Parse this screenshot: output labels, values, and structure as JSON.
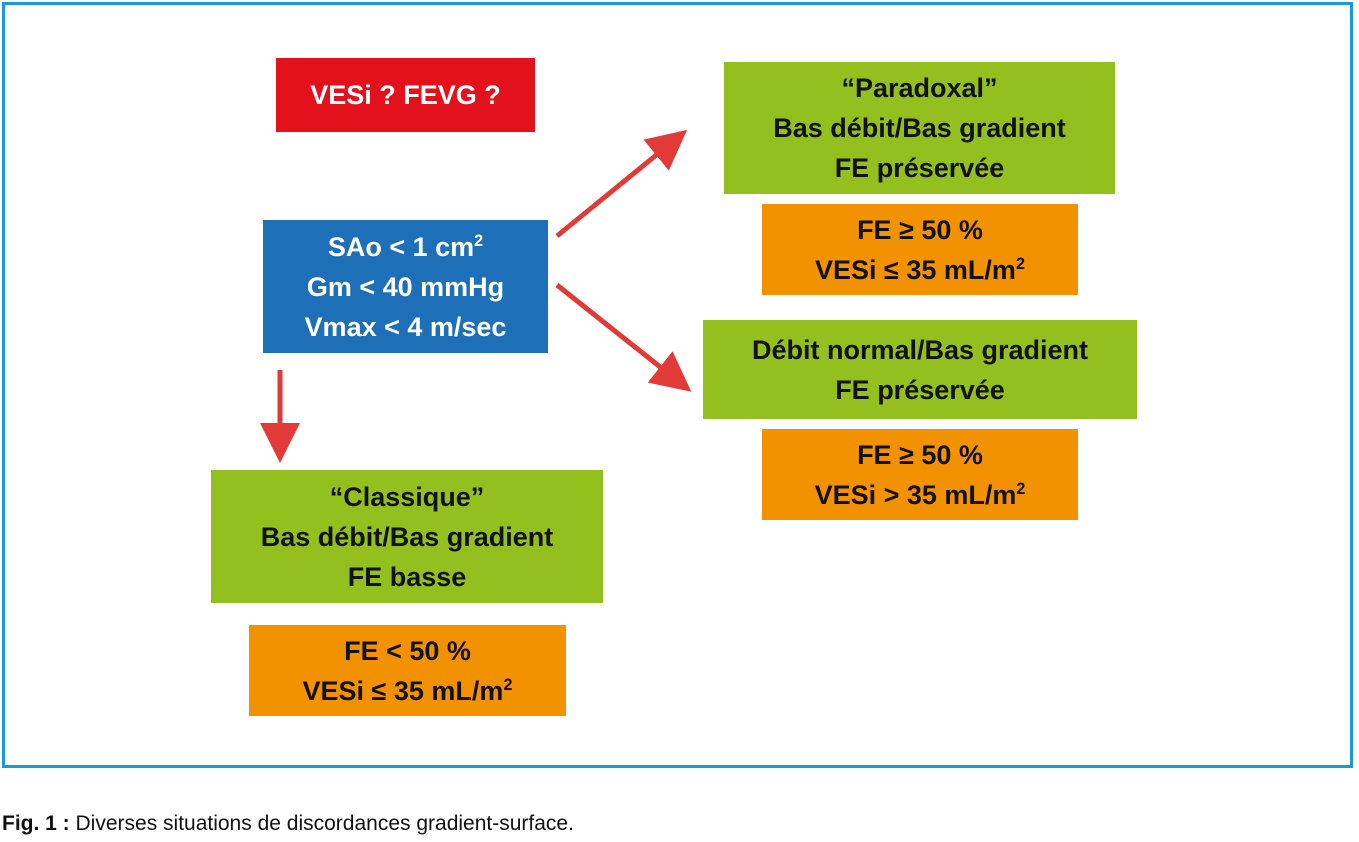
{
  "colors": {
    "frame": "#1a9ad6",
    "red": "#e3111c",
    "blue": "#1d6fb7",
    "green": "#93c01f",
    "orange": "#f39200",
    "arrow": "#e23a36"
  },
  "question_box": {
    "line1": "VESi ? FEVG ?"
  },
  "criteria_box": {
    "line1": "SAo < 1 cm",
    "line1_sup": "2",
    "line2": "Gm < 40 mmHg",
    "line3": "Vmax < 4 m/sec"
  },
  "paradoxal_box": {
    "line1": "“Paradoxal”",
    "line2": "Bas débit/Bas gradient",
    "line3": "FE préservée"
  },
  "paradoxal_values": {
    "line1": "FE ≥ 50 %",
    "line2": "VESi ≤ 35 mL/m",
    "line2_sup": "2"
  },
  "normal_flow_box": {
    "line1": "Débit normal/Bas gradient",
    "line2": "FE préservée"
  },
  "normal_flow_values": {
    "line1": "FE ≥ 50 %",
    "line2": "VESi > 35 mL/m",
    "line2_sup": "2"
  },
  "classique_box": {
    "line1": "“Classique”",
    "line2": "Bas débit/Bas gradient",
    "line3": "FE basse"
  },
  "classique_values": {
    "line1": "FE < 50 %",
    "line2": "VESi ≤ 35 mL/m",
    "line2_sup": "2"
  },
  "caption": {
    "label": "Fig. 1 :",
    "text": " Diverses situations de discordances gradient-surface."
  }
}
